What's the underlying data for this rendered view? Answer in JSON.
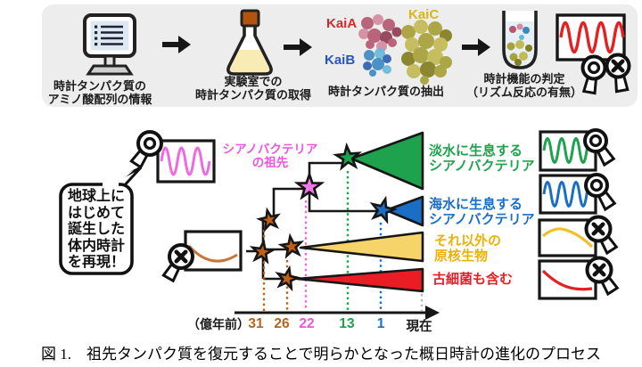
{
  "workflow": {
    "steps": [
      {
        "icon": "computer-monitor-icon",
        "line1": "時計タンパク質の",
        "line2": "アミノ酸配列の情報"
      },
      {
        "icon": "flask-icon",
        "line1": "実験室での",
        "line2": "時計タンパク質の取得"
      },
      {
        "icon": "protein-structure-icon",
        "line1": "時計タンパク質の抽出",
        "line2": ""
      },
      {
        "icon": "tube-and-oscillation-icon",
        "line1": "時計機能の判定",
        "line2": "（リズム反応の有無）"
      }
    ],
    "proteins": [
      {
        "name": "KaiA",
        "color": "#d42a2a"
      },
      {
        "name": "KaiB",
        "color": "#2757b8"
      },
      {
        "name": "KaiC",
        "color": "#d9b41c"
      }
    ]
  },
  "tree": {
    "bubble": {
      "lines": [
        "地球上に",
        "はじめて",
        "誕生した",
        "体内時計",
        "を再現！"
      ]
    },
    "ancestor": {
      "line1": "シアノバクテリア",
      "line2": "の祖先",
      "color": "#ee55dd"
    },
    "branches": [
      {
        "line1": "淡水に生息する",
        "line2": "シアノバクテリア",
        "color": "#1ea24d",
        "divergence_oku_years": "13",
        "rhythm": "sustained-oscillation",
        "judgement": "O"
      },
      {
        "line1": "海水に生息する",
        "line2": "シアノバクテリア",
        "color": "#1a6ec5",
        "divergence_oku_years": "1",
        "rhythm": "sustained-oscillation",
        "judgement": "O"
      },
      {
        "line1": "それ以外の",
        "line2": "原核生物",
        "color": "#edb105",
        "divergence_oku_years": "26",
        "rhythm": "damped",
        "judgement": "X"
      },
      {
        "line1": "古細菌も含む",
        "line2": "",
        "color": "#ea1c24",
        "divergence_oku_years": "31",
        "rhythm": "damped",
        "judgement": "X"
      }
    ],
    "axis": {
      "unit": "（億年前）",
      "ticks": [
        {
          "label": "31",
          "color": "#b5651d"
        },
        {
          "label": "26",
          "color": "#b5651d"
        },
        {
          "label": "22",
          "color": "#ee55dd"
        },
        {
          "label": "13",
          "color": "#1ea24d"
        },
        {
          "label": "1",
          "color": "#1a6ec5"
        }
      ],
      "now": "現在"
    }
  },
  "caption": "図 1.　祖先タンパク質を復元することで明らかとなった概日時計の進化のプロセス"
}
